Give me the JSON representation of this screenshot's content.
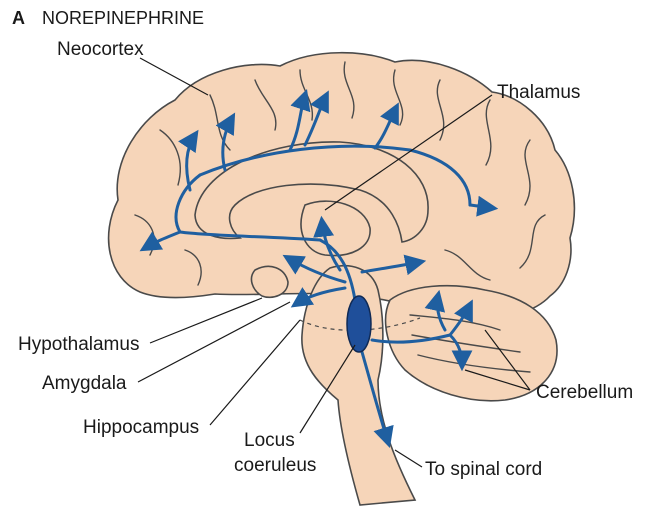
{
  "panel": {
    "letter": "A",
    "title": "NOREPINEPHRINE"
  },
  "labels": {
    "neocortex": "Neocortex",
    "thalamus": "Thalamus",
    "hypothalamus": "Hypothalamus",
    "amygdala": "Amygdala",
    "hippocampus": "Hippocampus",
    "locus_line1": "Locus",
    "locus_line2": "coeruleus",
    "cerebellum": "Cerebellum",
    "spinal_cord": "To spinal cord"
  },
  "colors": {
    "pathway": "#1f5fa0",
    "nucleus": "#1f4f9a",
    "tissue": "#f6d5b9",
    "outline": "#4a4a4a"
  }
}
